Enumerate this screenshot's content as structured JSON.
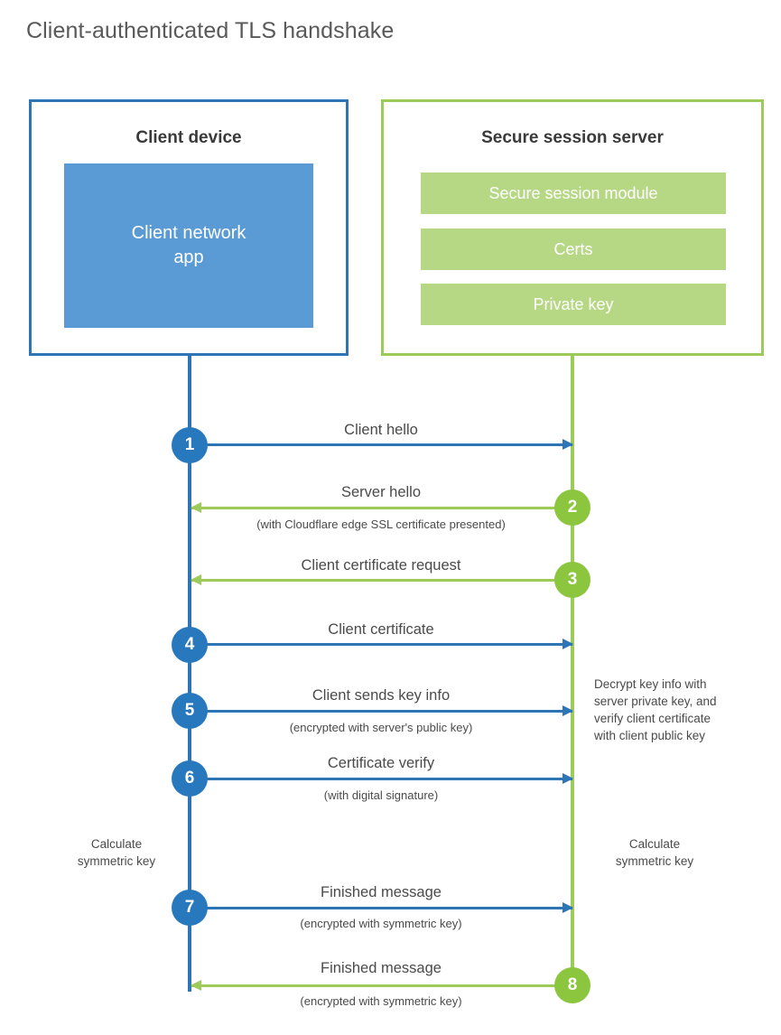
{
  "title": "Client-authenticated TLS handshake",
  "colors": {
    "blue_dark": "#2e75b6",
    "blue_circle": "#2878bd",
    "blue_app": "#5b9bd5",
    "green_dark": "#9ccb5a",
    "green_circle": "#8cc63f",
    "green_bar": "#b6d884",
    "text": "#4a4a4a",
    "title_text": "#595959"
  },
  "parties": {
    "client": {
      "title": "Client device",
      "app_label": "Client network\napp"
    },
    "server": {
      "title": "Secure session server",
      "bars": [
        "Secure session module",
        "Certs",
        "Private key"
      ]
    }
  },
  "steps": [
    {
      "number": "1",
      "label": "Client hello",
      "sublabel": "",
      "direction": "client-to-server",
      "color": "blue"
    },
    {
      "number": "2",
      "label": "Server hello",
      "sublabel": "(with Cloudflare edge SSL certificate presented)",
      "direction": "server-to-client",
      "color": "green"
    },
    {
      "number": "3",
      "label": "Client certificate request",
      "sublabel": "",
      "direction": "server-to-client",
      "color": "green"
    },
    {
      "number": "4",
      "label": "Client certificate",
      "sublabel": "",
      "direction": "client-to-server",
      "color": "blue"
    },
    {
      "number": "5",
      "label": "Client sends key info",
      "sublabel": "(encrypted with server's public key)",
      "direction": "client-to-server",
      "color": "blue"
    },
    {
      "number": "6",
      "label": "Certificate verify",
      "sublabel": "(with digital signature)",
      "direction": "client-to-server",
      "color": "blue"
    },
    {
      "number": "7",
      "label": "Finished message",
      "sublabel": "(encrypted with symmetric key)",
      "direction": "client-to-server",
      "color": "blue"
    },
    {
      "number": "8",
      "label": "Finished message",
      "sublabel": "(encrypted with symmetric key)",
      "direction": "server-to-client",
      "color": "green"
    }
  ],
  "annotations": {
    "server_decrypt": "Decrypt key info with\nserver private key, and\nverify client certificate\nwith client public key",
    "client_calc": "Calculate\nsymmetric key",
    "server_calc": "Calculate\nsymmetric key"
  },
  "chart_data": {
    "type": "diagram",
    "diagram_kind": "sequence",
    "title": "Client-authenticated TLS handshake",
    "actors": [
      "Client device",
      "Secure session server"
    ],
    "messages": [
      {
        "seq": 1,
        "from": "Client device",
        "to": "Secure session server",
        "text": "Client hello",
        "note": ""
      },
      {
        "seq": 2,
        "from": "Secure session server",
        "to": "Client device",
        "text": "Server hello",
        "note": "(with Cloudflare edge SSL certificate presented)"
      },
      {
        "seq": 3,
        "from": "Secure session server",
        "to": "Client device",
        "text": "Client certificate request",
        "note": ""
      },
      {
        "seq": 4,
        "from": "Client device",
        "to": "Secure session server",
        "text": "Client certificate",
        "note": ""
      },
      {
        "seq": 5,
        "from": "Client device",
        "to": "Secure session server",
        "text": "Client sends key info",
        "note": "(encrypted with server's public key)"
      },
      {
        "seq": 6,
        "from": "Client device",
        "to": "Secure session server",
        "text": "Certificate verify",
        "note": "(with digital signature)"
      },
      {
        "seq": 7,
        "from": "Client device",
        "to": "Secure session server",
        "text": "Finished message",
        "note": "(encrypted with symmetric key)"
      },
      {
        "seq": 8,
        "from": "Secure session server",
        "to": "Client device",
        "text": "Finished message",
        "note": "(encrypted with symmetric key)"
      }
    ],
    "side_notes": [
      {
        "actor": "Secure session server",
        "after_seq": 5,
        "text": "Decrypt key info with server private key, and verify client certificate with client public key"
      },
      {
        "actor": "Client device",
        "after_seq": 6,
        "text": "Calculate symmetric key"
      },
      {
        "actor": "Secure session server",
        "after_seq": 6,
        "text": "Calculate symmetric key"
      }
    ]
  }
}
